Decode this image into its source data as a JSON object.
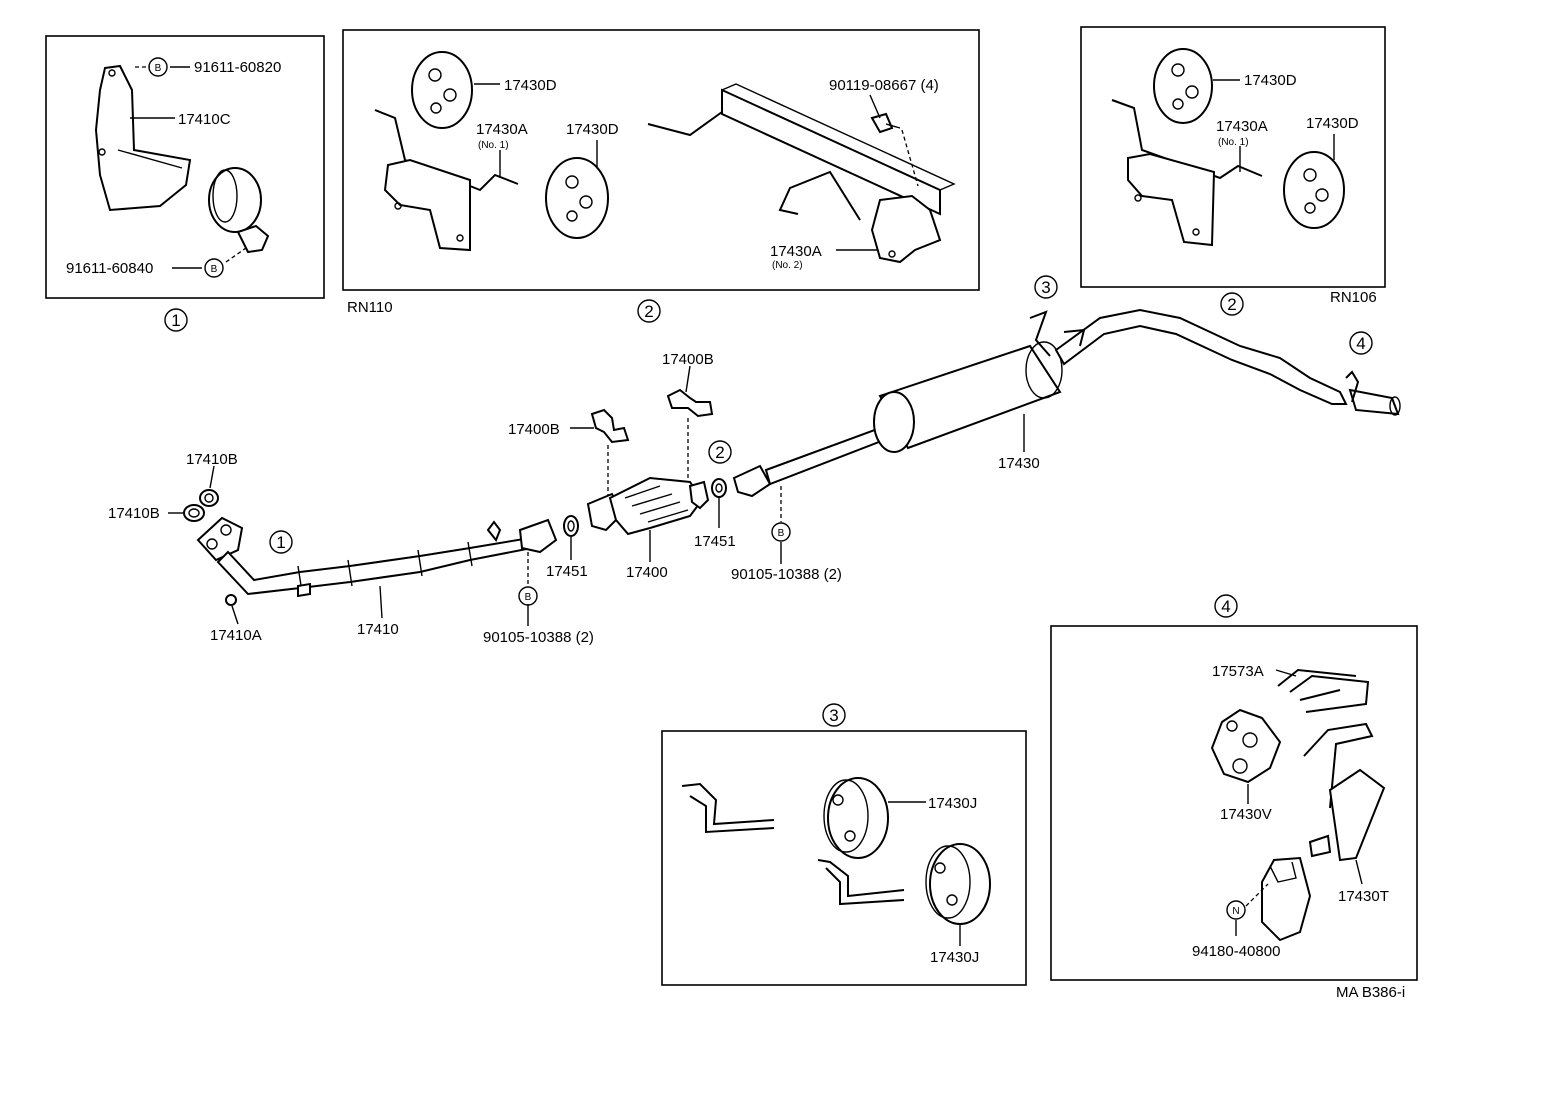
{
  "diagram": {
    "footer_code": "MA B386-i",
    "variants": {
      "left": "RN110",
      "right": "RN106"
    },
    "circle_numbers": {
      "one": "1",
      "two": "2",
      "three": "3",
      "four": "4"
    },
    "circle_letters": {
      "b": "B",
      "n": "N"
    },
    "panel1": {
      "bolt_top": "91611-60820",
      "bracket": "17410C",
      "bolt_bottom": "91611-60840"
    },
    "panel2_left": {
      "insulator_top": "17430D",
      "hanger_no1": "17430A",
      "hanger_no1_note": "(No. 1)",
      "insulator_mid": "17430D",
      "bolt": "90119-08667 (4)",
      "hanger_no2": "17430A",
      "hanger_no2_note": "(No. 2)"
    },
    "panel2_right": {
      "insulator_top": "17430D",
      "hanger_no1": "17430A",
      "hanger_no1_note": "(No. 1)",
      "insulator_right": "17430D"
    },
    "panel3": {
      "cushion_top": "17430J",
      "cushion_bottom": "17430J"
    },
    "panel4": {
      "bracket": "17573A",
      "insulator": "17430V",
      "support": "17430T",
      "nut": "94180-40800"
    },
    "main": {
      "gasket_upper": "17410B",
      "gasket_lower": "17410B",
      "nut": "17410A",
      "front_pipe": "17410",
      "bolt_front": "90105-10388 (2)",
      "gasket_front": "17451",
      "bracket_left": "17400B",
      "bracket_right": "17400B",
      "converter": "17400",
      "gasket_rear": "17451",
      "bolt_rear": "90105-10388 (2)",
      "tail_pipe": "17430"
    }
  }
}
